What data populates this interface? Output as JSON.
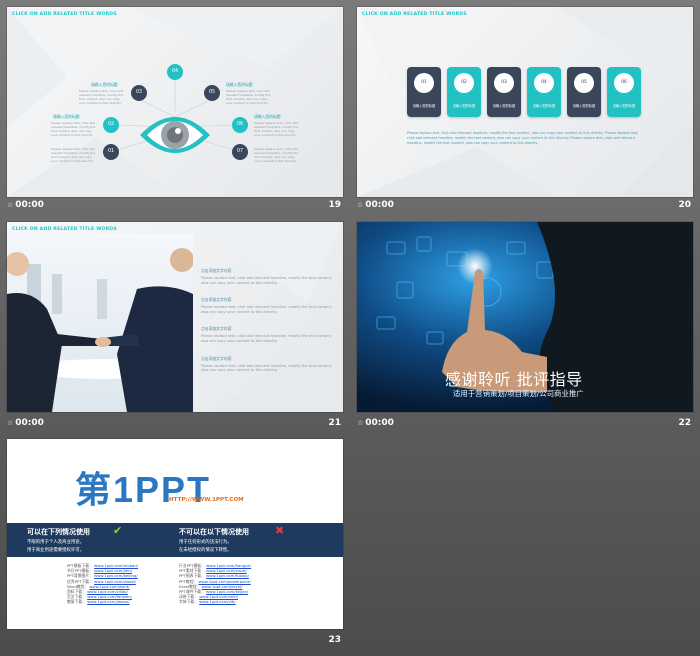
{
  "slides": [
    {
      "number": "19",
      "time": "00:00",
      "header": "CLICK ON ADD RELATED TITLE WORDS",
      "eye_items": [
        {
          "num": "01",
          "label": "",
          "color": "navy"
        },
        {
          "num": "02",
          "label": "请输入您的标题",
          "color": "teal"
        },
        {
          "num": "03",
          "label": "请输入您的标题",
          "color": "navy"
        },
        {
          "num": "04",
          "label": "",
          "color": "teal"
        },
        {
          "num": "05",
          "label": "请输入您的标题",
          "color": "navy"
        },
        {
          "num": "06",
          "label": "请输入您的标题",
          "color": "teal"
        },
        {
          "num": "07",
          "label": "",
          "color": "navy"
        }
      ],
      "desc": "Please replace text, click add relevant headline, modify the text content, also can copy your content to this directly."
    },
    {
      "number": "20",
      "time": "00:00",
      "header": "CLICK ON ADD RELATED TITLE WORDS",
      "cards": [
        {
          "num": "01",
          "label": "请输入您的标题",
          "color": "navy"
        },
        {
          "num": "02",
          "label": "请输入您的标题",
          "color": "teal"
        },
        {
          "num": "03",
          "label": "请输入您的标题",
          "color": "navy"
        },
        {
          "num": "04",
          "label": "请输入您的标题",
          "color": "teal"
        },
        {
          "num": "05",
          "label": "请输入您的标题",
          "color": "navy"
        },
        {
          "num": "06",
          "label": "请输入您的标题",
          "color": "teal"
        }
      ],
      "body": "Please replace text, click add relevant headline, modify the text content, also can copy your content to this directly. Please replace text, click add relevant headline, modify the text content, also can copy your content to this directly. Please replace text, click add relevant headline, modify the text content, also can copy your content to this directly."
    },
    {
      "number": "21",
      "time": "00:00",
      "header": "CLICK ON ADD RELATED TITLE WORDS",
      "items": [
        {
          "title": "点击添加文字内容",
          "body": "Please replace text, click add relevant headline, modify the text content, also can copy your content to this directly."
        },
        {
          "title": "点击添加文字内容",
          "body": "Please replace text, click add relevant headline, modify the text content, also can copy your content to this directly."
        },
        {
          "title": "点击添加文字内容",
          "body": "Please replace text, click add relevant headline, modify the text content, also can copy your content to this directly."
        },
        {
          "title": "点击添加文字内容",
          "body": "Please replace text, click add relevant headline, modify the text content, also can copy your content to this directly."
        }
      ]
    },
    {
      "number": "22",
      "time": "00:00",
      "title": "感谢聆听 批评指导",
      "subtitle": "适用于营销策划/项目策划/公司商业推广"
    },
    {
      "number": "23",
      "time": "",
      "logo_text": "第1PPT",
      "logo_url": "HTTP://WWW.1PPT.COM",
      "can_title": "可以在下列情况使用",
      "cannot_title": "不可以在以下情况使用",
      "can_items": [
        "不限的用于个人及商业用途。",
        "用于商业用途需要授权许可。"
      ],
      "cannot_items": [
        "用于任何形式的违法行为。",
        "在未经授权的情况下转售。"
      ],
      "links_left": [
        {
          "name": "PPT模板下载：",
          "url": "www.1ppt.com/moban/"
        },
        {
          "name": "节日PPT模板：",
          "url": "www.1ppt.com/jieri/"
        },
        {
          "name": "PPT背景图片：",
          "url": "www.1ppt.com/beijing/"
        },
        {
          "name": "优秀PPT下载：",
          "url": "www.1ppt.com/xiazai/"
        },
        {
          "name": "Word教程：",
          "url": "www.1ppt.com/word/"
        },
        {
          "name": "资料下载：",
          "url": "www.1ppt.com/ziliao/"
        },
        {
          "name": "范文下载：",
          "url": "www.1ppt.com/fanwen/"
        },
        {
          "name": "教案下载：",
          "url": "www.1ppt.com/jiaoan/"
        }
      ],
      "links_right": [
        {
          "name": "行业PPT模板：",
          "url": "www.1ppt.com/hangye/"
        },
        {
          "name": "PPT素材下载：",
          "url": "www.1ppt.com/sucai/"
        },
        {
          "name": "PPT图表下载：",
          "url": "www.1ppt.com/tubiao/"
        },
        {
          "name": "PPT教程：",
          "url": "www.1ppt.com/powerpoint/"
        },
        {
          "name": "Excel教程：",
          "url": "www.1ppt.com/excel/"
        },
        {
          "name": "PPT课件下载：",
          "url": "www.1ppt.com/kejian/"
        },
        {
          "name": "试卷下载：",
          "url": "www.1ppt.com/shiti/"
        },
        {
          "name": "字体下载：",
          "url": "www.1ppt.com/ziti/"
        }
      ]
    }
  ]
}
